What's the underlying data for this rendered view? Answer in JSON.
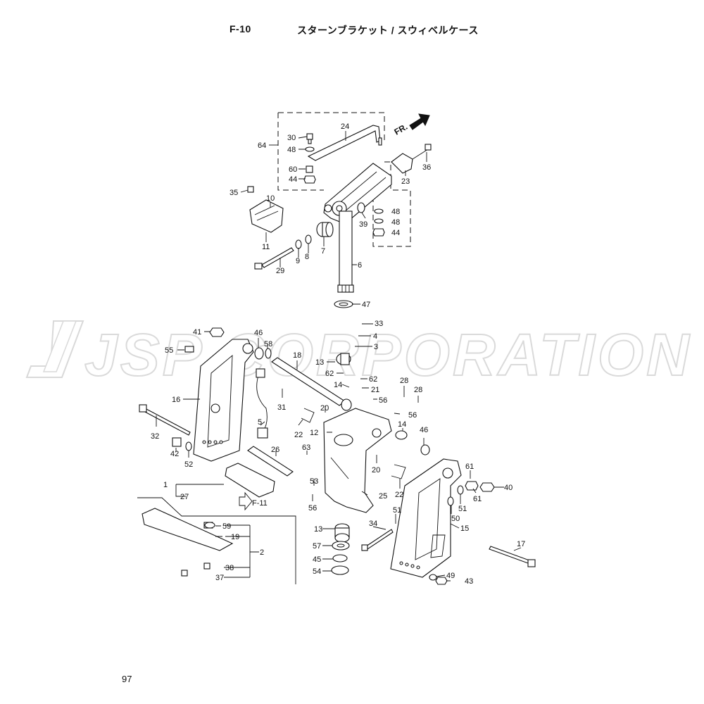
{
  "header": {
    "code": "F-10",
    "title": "スターンブラケット / スウィベルケース"
  },
  "watermark": {
    "text": "JSP CORPORATION",
    "logo": "JSP CORPORATION"
  },
  "direction_label": "FR.",
  "reference_label": "F-11",
  "page_number": "97",
  "callouts": {
    "c64": "64",
    "c24": "24",
    "c30": "30",
    "c48a": "48",
    "c60": "60",
    "c44a": "44",
    "c36": "36",
    "c23": "23",
    "c35": "35",
    "c10": "10",
    "c11": "11",
    "c48b": "48",
    "c48c": "48",
    "c44b": "44",
    "c39": "39",
    "c7": "7",
    "c8": "8",
    "c9": "9",
    "c29": "29",
    "c6": "6",
    "c47": "47",
    "c33": "33",
    "c4": "4",
    "c3": "3",
    "c41": "41",
    "c46a": "46",
    "c58": "58",
    "c55": "55",
    "c18": "18",
    "c13a": "13",
    "c62a": "62",
    "c62b": "62",
    "c14a": "14",
    "c21": "21",
    "c56a": "56",
    "c28a": "28",
    "c28b": "28",
    "c56b": "56",
    "c16": "16",
    "c31": "31",
    "c20a": "20",
    "c5": "5",
    "c32": "32",
    "c22a": "22",
    "c12": "12",
    "c14b": "14",
    "c46b": "46",
    "c42": "42",
    "c26": "26",
    "c63": "63",
    "c52": "52",
    "c20b": "20",
    "c1": "1",
    "c53": "53",
    "c27": "27",
    "c25": "25",
    "c56c": "56",
    "c22b": "22",
    "c61a": "61",
    "c40": "40",
    "c51a": "51",
    "c51b": "51",
    "c50": "50",
    "c61b": "61",
    "c34": "34",
    "c13b": "13",
    "c59": "59",
    "c19": "19",
    "c15": "15",
    "c2": "2",
    "c57": "57",
    "c17": "17",
    "c45": "45",
    "c38": "38",
    "c54": "54",
    "c49": "49",
    "c43": "43",
    "c37": "37"
  }
}
